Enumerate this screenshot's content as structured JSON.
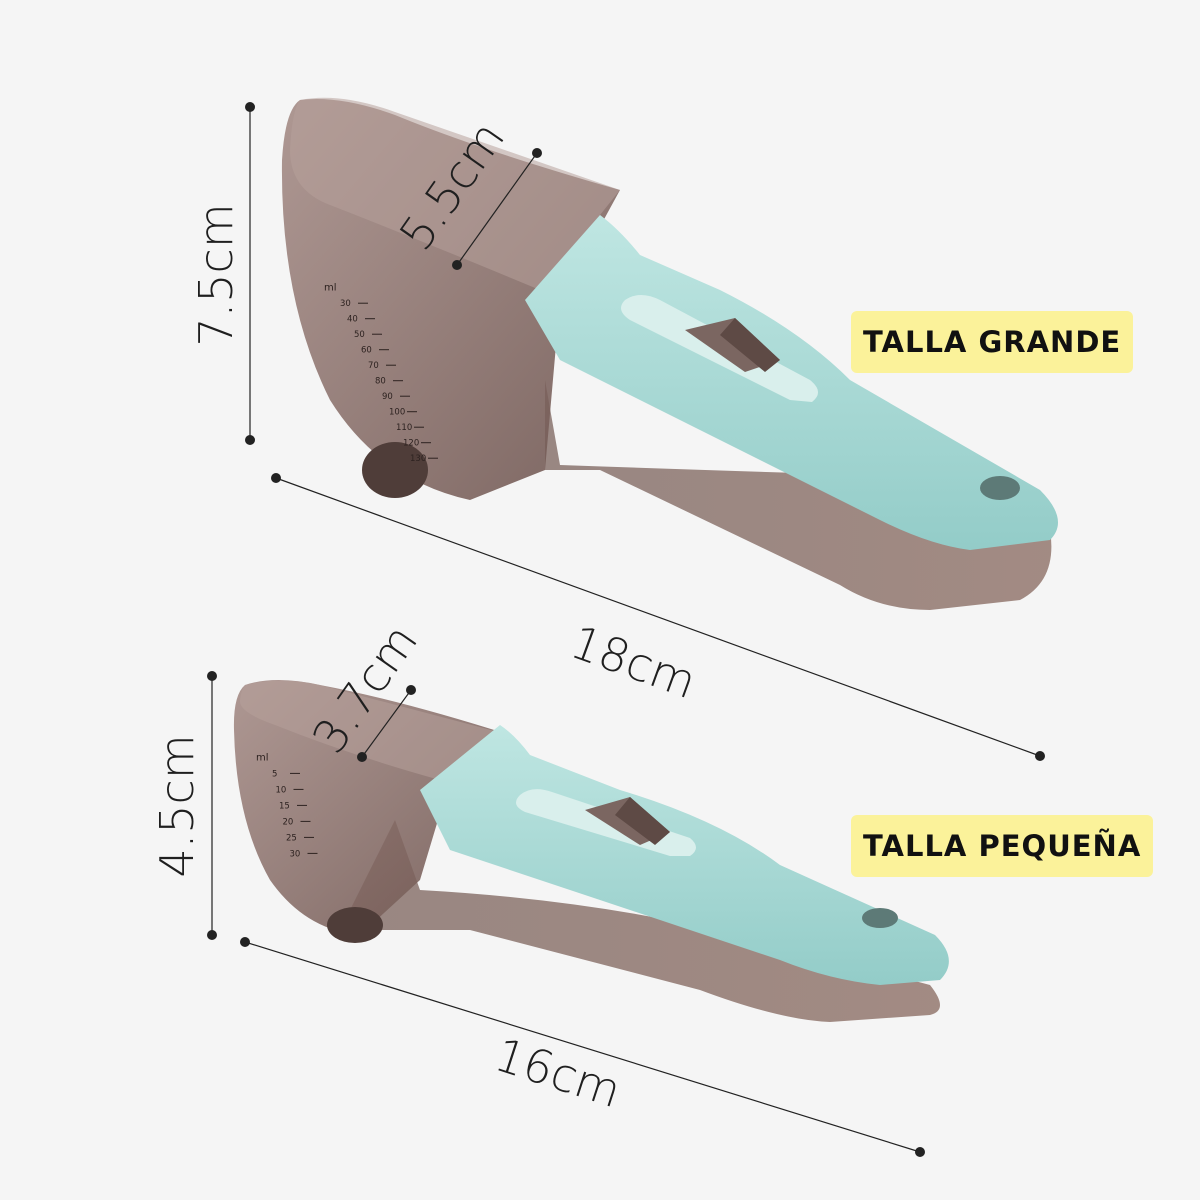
{
  "labels": {
    "large": "TALLA GRANDE",
    "small": "TALLA PEQUEÑA"
  },
  "dimensions": {
    "large_height": "7.5cm",
    "large_width": "5.5cm",
    "large_length": "18cm",
    "small_height": "4.5cm",
    "small_width": "3.7cm",
    "small_length": "16cm"
  },
  "scale_marks": {
    "unit": "ml",
    "large": [
      "30",
      "40",
      "50",
      "60",
      "70",
      "80",
      "90",
      "100",
      "110",
      "120",
      "130"
    ],
    "small": [
      "5",
      "10",
      "15",
      "20",
      "25",
      "30"
    ]
  },
  "colors": {
    "background": "#f5f5f5",
    "cup": "#8a6f68",
    "handle": "#a7dcd8",
    "slider": "#7b6661",
    "label_bg": "#fbf29a",
    "line": "#222222"
  }
}
